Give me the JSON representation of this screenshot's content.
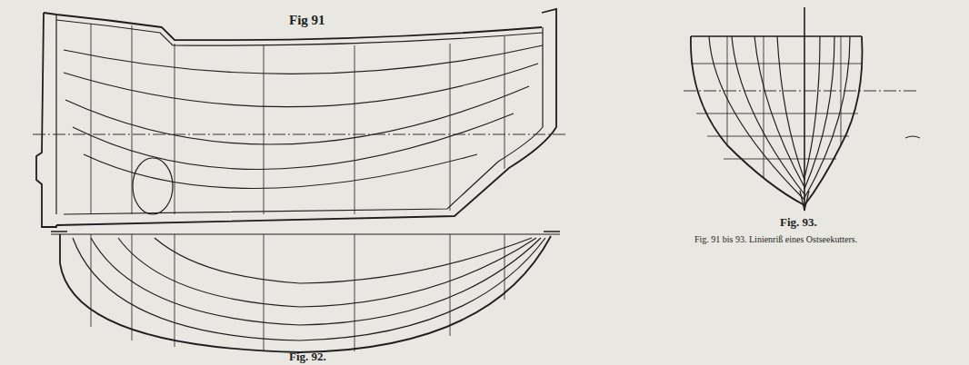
{
  "diagram": {
    "caption": "Fig. 91 bis 93. Linienriß eines Ostseekutters.",
    "labels": [
      "Fig 91",
      "Fig. 92.",
      "Fig. 93."
    ]
  }
}
